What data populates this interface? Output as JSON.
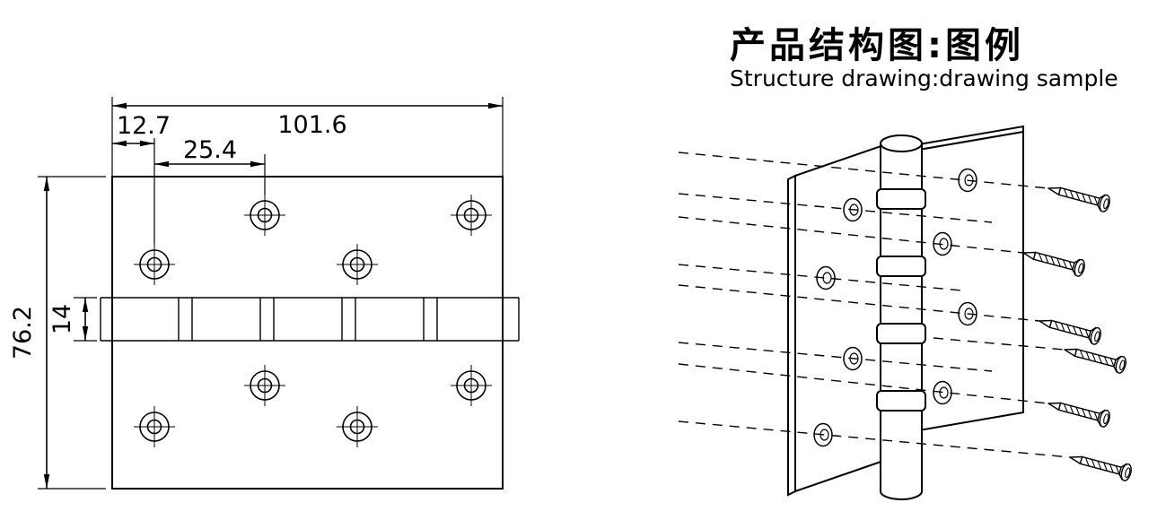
{
  "legend": {
    "title_cn": "产品结构图:图例",
    "title_en": "Structure drawing:drawing sample"
  },
  "dimensions": {
    "total_width_mm": "101.6",
    "edge_to_hole_mm": "12.7",
    "hole_pitch_mm": "25.4",
    "total_height_mm": "76.2",
    "knuckle_mm": "14"
  }
}
